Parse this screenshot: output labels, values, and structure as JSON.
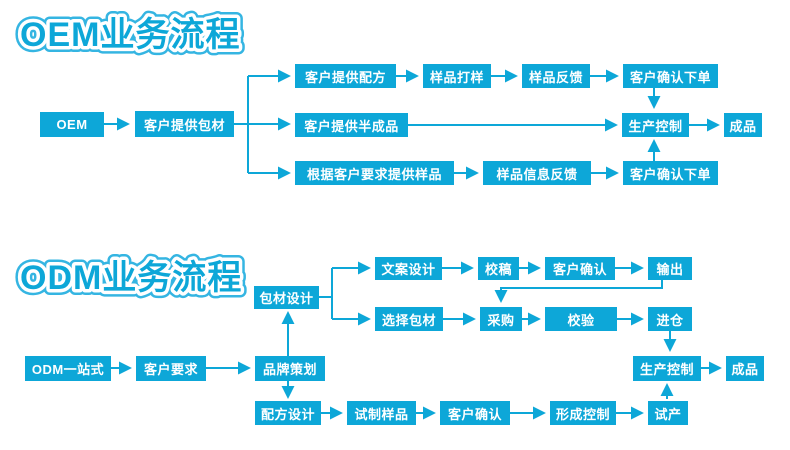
{
  "colors": {
    "accent": "#0da7d8",
    "title_fill": "#0da7d8",
    "title_outline": "#ffffff",
    "title_halo": "#35b5e2",
    "text_on_accent": "#ffffff",
    "background": "#ffffff"
  },
  "oem": {
    "title": "OEM业务流程",
    "nodes": {
      "oem": "OEM",
      "baocai": "客户提供包材",
      "peifang": "客户提供配方",
      "dayang": "样品打样",
      "fankui": "样品反馈",
      "queren1": "客户确认下单",
      "bancheng": "客户提供半成品",
      "shengchan": "生产控制",
      "chengpin": "成品",
      "genju": "根据客户要求提供样品",
      "xinxi": "样品信息反馈",
      "queren2": "客户确认下单"
    }
  },
  "odm": {
    "title": "ODM业务流程",
    "nodes": {
      "odm": "ODM一站式",
      "yaoqiu": "客户要求",
      "pinpai": "品牌策划",
      "baocai_sheji": "包材设计",
      "wenan": "文案设计",
      "jiaogao": "校稿",
      "queren_a": "客户确认",
      "shuchu": "输出",
      "xuanze": "选择包材",
      "caigou": "采购",
      "jiaoyan": "校验",
      "jincang": "进仓",
      "shengchan": "生产控制",
      "chengpin": "成品",
      "peifang_sheji": "配方设计",
      "shizhi": "试制样品",
      "queren_d": "客户确认",
      "xingcheng": "形成控制",
      "shichan": "试产"
    }
  }
}
